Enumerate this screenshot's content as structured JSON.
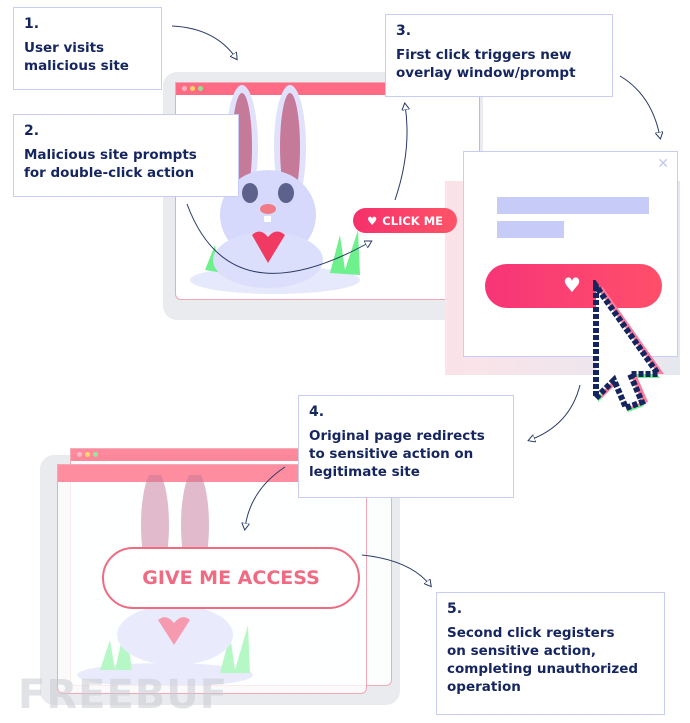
{
  "steps": [
    {
      "number": "1.",
      "text": "User visits\nmalicious site"
    },
    {
      "number": "2.",
      "text": "Malicious site prompts\nfor double-click action"
    },
    {
      "number": "3.",
      "text": "First click triggers new\noverlay window/prompt"
    },
    {
      "number": "4.",
      "text": "Original page redirects\nto sensitive action on\nlegitimate site"
    },
    {
      "number": "5.",
      "text": "Second click registers\non sensitive action,\ncompleting unauthorized\noperation"
    }
  ],
  "malicious_page": {
    "button_label": "CLICK ME",
    "button_icon": "heart-icon"
  },
  "popup": {
    "close_icon": "close-icon",
    "button_icon": "heart-icon",
    "cursor_icon": "pixel-cursor-icon"
  },
  "legitimate_page": {
    "button_label": "GIVE ME ACCESS"
  },
  "watermark": "FREEBUF",
  "colors": {
    "accent": "#ff6b85",
    "text": "#15255f",
    "border": "#c9cdf5",
    "grass": "#6ef08c",
    "bunny": "#d6d9fb"
  }
}
